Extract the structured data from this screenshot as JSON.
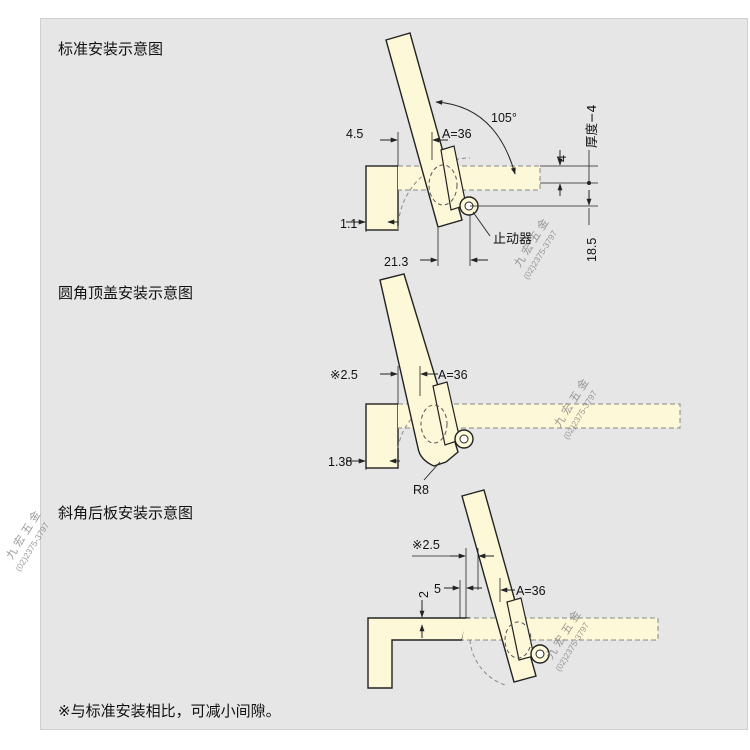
{
  "sections": {
    "standard": {
      "title": "标准安装示意图",
      "angle": "105°",
      "a_label": "A=36",
      "dim_45": "4.5",
      "dim_11": "1.1",
      "dim_213": "21.3",
      "dim_4": "4",
      "dim_185": "18.5",
      "dim_thickness": "厚度−4",
      "stopper": "止动器"
    },
    "round": {
      "title": "圆角顶盖安装示意图",
      "dim_25": "※2.5",
      "a_label": "A=36",
      "dim_138": "1.38",
      "r8": "R8"
    },
    "bevel": {
      "title": "斜角后板安装示意图",
      "dim_25": "※2.5",
      "dim_5": "5",
      "dim_2": "2",
      "a_label": "A=36"
    }
  },
  "footnote": "※与标准安装相比，可减小间隙。",
  "watermark": {
    "name": "九 宏 五 金",
    "phone": "(02)2375-3797"
  },
  "colors": {
    "panel": "#e6e6e6",
    "wood": "#fdf8d8",
    "line": "#222222"
  }
}
